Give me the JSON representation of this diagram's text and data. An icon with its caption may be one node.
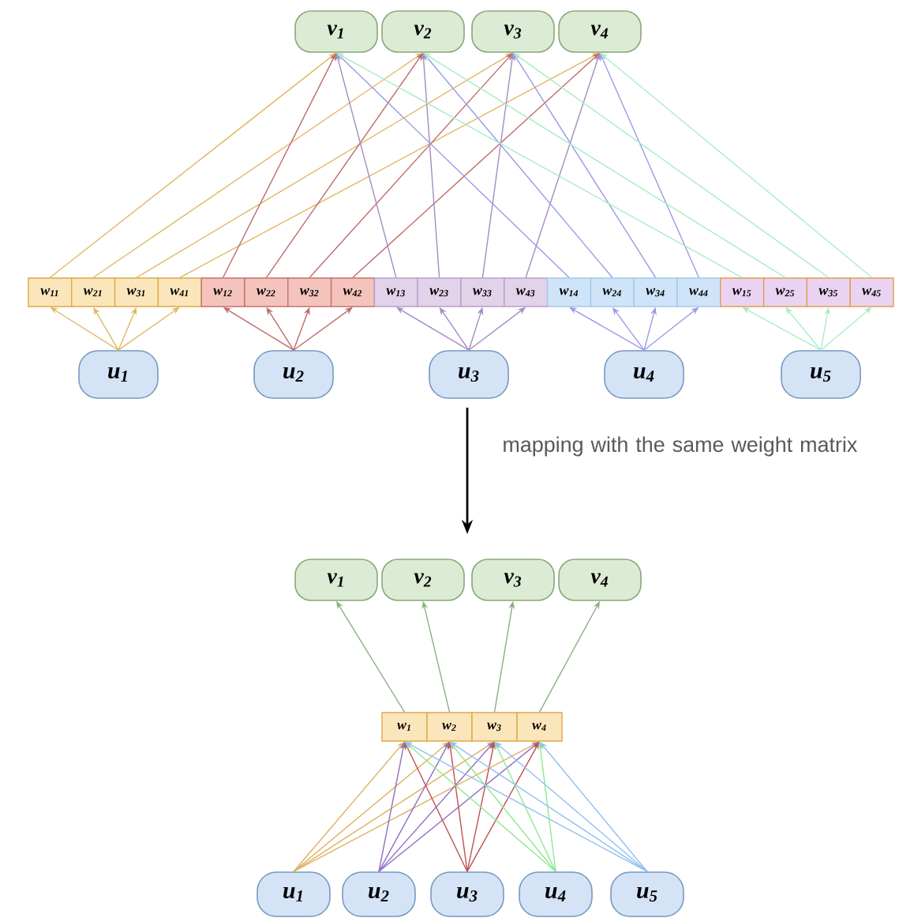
{
  "diagram": {
    "nodes": [
      {
        "text": [
          "v$_{1}$"
        ]
      },
      {
        "text": [
          "v$_{2}$"
        ]
      },
      {
        "text": [
          "v$_{3}$"
        ]
      },
      {
        "text": [
          "v$_{4}$"
        ]
      },
      {
        "text": [
          "w$_{11}$"
        ]
      },
      {
        "text": [
          "w$_{21}$"
        ]
      },
      {
        "text": [
          "w$_{31}$"
        ]
      },
      {
        "text": [
          "w$_{41}$"
        ]
      },
      {
        "text": [
          "w$_{12}$"
        ]
      },
      {
        "text": [
          "w$_{22}$"
        ]
      },
      {
        "text": [
          "w$_{32}$"
        ]
      },
      {
        "text": [
          "w$_{42}$"
        ]
      },
      {
        "text": [
          "w$_{13}$"
        ]
      },
      {
        "text": [
          "w$_{23}$"
        ]
      },
      {
        "text": [
          "w$_{33}$"
        ]
      },
      {
        "text": [
          "w$_{43}$"
        ]
      },
      {
        "text": [
          "w$_{14}$"
        ]
      },
      {
        "text": [
          "w$_{24}$"
        ]
      },
      {
        "text": [
          "w$_{34}$"
        ]
      },
      {
        "text": [
          "w$_{44}$"
        ]
      },
      {
        "text": [
          "w$_{15}$"
        ]
      },
      {
        "text": [
          "w$_{25}$"
        ]
      },
      {
        "text": [
          "w$_{35}$"
        ]
      },
      {
        "text": [
          "w$_{45}$"
        ]
      },
      {
        "text": [
          "u$_{1}$"
        ]
      },
      {
        "text": [
          "u$_{2}$"
        ]
      },
      {
        "text": [
          "u$_{3}$"
        ]
      },
      {
        "text": [
          "u$_{4}$"
        ]
      },
      {
        "text": [
          "u$_{5}$"
        ]
      },
      {
        "text": [
          "v$_{1}$"
        ]
      },
      {
        "text": [
          "v$_{2}$"
        ]
      },
      {
        "text": [
          "v$_{3}$"
        ]
      },
      {
        "text": [
          "v$_{4}$"
        ]
      },
      {
        "text": [
          "w$_{1}$"
        ]
      },
      {
        "text": [
          "w$_{2}$"
        ]
      },
      {
        "text": [
          "w$_{3}$"
        ]
      },
      {
        "text": [
          "w$_{4}$"
        ]
      },
      {
        "text": [
          "u$_{1}$"
        ]
      },
      {
        "text": [
          "u$_{2}$"
        ]
      },
      {
        "text": [
          "u$_{3}$"
        ]
      },
      {
        "text": [
          "u$_{4}$"
        ]
      },
      {
        "text": [
          "u$_{5}$"
        ]
      }
    ],
    "edges": [
      {
        "from": 24,
        "to": 4,
        "arrow": "to",
        "color": "#e0b860"
      },
      {
        "from": 24,
        "to": 5,
        "arrow": "to",
        "color": "#e0b860"
      },
      {
        "from": 24,
        "to": 6,
        "arrow": "to",
        "color": "#e0b860"
      },
      {
        "from": 24,
        "to": 7,
        "arrow": "to",
        "color": "#e0b860"
      },
      {
        "from": 25,
        "to": 8,
        "arrow": "to",
        "color": "#c06a6a"
      },
      {
        "from": 25,
        "to": 9,
        "arrow": "to",
        "color": "#c06a6a"
      },
      {
        "from": 25,
        "to": 10,
        "arrow": "to",
        "color": "#c06a6a"
      },
      {
        "from": 25,
        "to": 11,
        "arrow": "to",
        "color": "#c06a6a"
      },
      {
        "from": 26,
        "to": 12,
        "arrow": "to",
        "color": "#a58cc0"
      },
      {
        "from": 26,
        "to": 13,
        "arrow": "to",
        "color": "#a58cc0"
      },
      {
        "from": 26,
        "to": 14,
        "arrow": "to",
        "color": "#a58cc0"
      },
      {
        "from": 26,
        "to": 15,
        "arrow": "to",
        "color": "#a58cc0"
      },
      {
        "from": 27,
        "to": 16,
        "arrow": "to",
        "color": "#9a9ae6"
      },
      {
        "from": 27,
        "to": 17,
        "arrow": "to",
        "color": "#9a9ae6"
      },
      {
        "from": 27,
        "to": 18,
        "arrow": "to",
        "color": "#9a9ae6"
      },
      {
        "from": 27,
        "to": 19,
        "arrow": "to",
        "color": "#9a9ae6"
      },
      {
        "from": 28,
        "to": 20,
        "arrow": "to",
        "color": "#a8ecc8"
      },
      {
        "from": 28,
        "to": 21,
        "arrow": "to",
        "color": "#a8ecc8"
      },
      {
        "from": 28,
        "to": 22,
        "arrow": "to",
        "color": "#a8ecc8"
      },
      {
        "from": 28,
        "to": 23,
        "arrow": "to",
        "color": "#a8ecc8"
      },
      {
        "from": 4,
        "to": 0,
        "arrow": "to",
        "color": "#e0b860"
      },
      {
        "from": 5,
        "to": 1,
        "arrow": "to",
        "color": "#e0b860"
      },
      {
        "from": 6,
        "to": 2,
        "arrow": "to",
        "color": "#e0b860"
      },
      {
        "from": 7,
        "to": 3,
        "arrow": "to",
        "color": "#e0b860"
      },
      {
        "from": 8,
        "to": 0,
        "arrow": "to",
        "color": "#c06a6a"
      },
      {
        "from": 9,
        "to": 1,
        "arrow": "to",
        "color": "#c06a6a"
      },
      {
        "from": 10,
        "to": 2,
        "arrow": "to",
        "color": "#c06a6a"
      },
      {
        "from": 11,
        "to": 3,
        "arrow": "to",
        "color": "#c06a6a"
      },
      {
        "from": 12,
        "to": 0,
        "arrow": "to",
        "color": "#a58cc0"
      },
      {
        "from": 13,
        "to": 1,
        "arrow": "to",
        "color": "#a58cc0"
      },
      {
        "from": 14,
        "to": 2,
        "arrow": "to",
        "color": "#a58cc0"
      },
      {
        "from": 15,
        "to": 3,
        "arrow": "to",
        "color": "#a58cc0"
      },
      {
        "from": 16,
        "to": 0,
        "arrow": "to",
        "color": "#9a9ae6"
      },
      {
        "from": 17,
        "to": 1,
        "arrow": "to",
        "color": "#9a9ae6"
      },
      {
        "from": 18,
        "to": 2,
        "arrow": "to",
        "color": "#9a9ae6"
      },
      {
        "from": 19,
        "to": 3,
        "arrow": "to",
        "color": "#9a9ae6"
      },
      {
        "from": 20,
        "to": 0,
        "arrow": "to",
        "color": "#a8ecc8"
      },
      {
        "from": 21,
        "to": 1,
        "arrow": "to",
        "color": "#a8ecc8"
      },
      {
        "from": 22,
        "to": 2,
        "arrow": "to",
        "color": "#a8ecc8"
      },
      {
        "from": 23,
        "to": 3,
        "arrow": "to",
        "color": "#a8ecc8"
      },
      {
        "from": 33,
        "to": 29,
        "arrow": "to",
        "color": "#88b080"
      },
      {
        "from": 34,
        "to": 30,
        "arrow": "to",
        "color": "#88b080"
      },
      {
        "from": 35,
        "to": 31,
        "arrow": "to",
        "color": "#88b080"
      },
      {
        "from": 36,
        "to": 32,
        "arrow": "to",
        "color": "#88b080"
      },
      {
        "from": 37,
        "to": 33,
        "arrow": "to",
        "color": "#e0b060"
      },
      {
        "from": 37,
        "to": 34,
        "arrow": "to",
        "color": "#e0b060"
      },
      {
        "from": 37,
        "to": 35,
        "arrow": "to",
        "color": "#e0b060"
      },
      {
        "from": 37,
        "to": 36,
        "arrow": "to",
        "color": "#e0b060"
      },
      {
        "from": 38,
        "to": 33,
        "arrow": "to",
        "color": "#9070c0"
      },
      {
        "from": 38,
        "to": 34,
        "arrow": "to",
        "color": "#9070c0"
      },
      {
        "from": 38,
        "to": 35,
        "arrow": "to",
        "color": "#9070c0"
      },
      {
        "from": 38,
        "to": 36,
        "arrow": "to",
        "color": "#9070c0"
      },
      {
        "from": 39,
        "to": 33,
        "arrow": "to",
        "color": "#c05050"
      },
      {
        "from": 39,
        "to": 34,
        "arrow": "to",
        "color": "#c05050"
      },
      {
        "from": 39,
        "to": 35,
        "arrow": "to",
        "color": "#c05050"
      },
      {
        "from": 39,
        "to": 36,
        "arrow": "to",
        "color": "#c05050"
      },
      {
        "from": 40,
        "to": 33,
        "arrow": "to",
        "color": "#90e890"
      },
      {
        "from": 40,
        "to": 34,
        "arrow": "to",
        "color": "#90e890"
      },
      {
        "from": 40,
        "to": 35,
        "arrow": "to",
        "color": "#90e890"
      },
      {
        "from": 40,
        "to": 36,
        "arrow": "to",
        "color": "#90e890"
      },
      {
        "from": 41,
        "to": 33,
        "arrow": "to",
        "color": "#90c0f0"
      },
      {
        "from": 41,
        "to": 34,
        "arrow": "to",
        "color": "#90c0f0"
      },
      {
        "from": 41,
        "to": 35,
        "arrow": "to",
        "color": "#90c0f0"
      },
      {
        "from": 41,
        "to": 36,
        "arrow": "to",
        "color": "#90c0f0"
      }
    ],
    "labels": [
      "mapping with the same weight matrix"
    ]
  }
}
